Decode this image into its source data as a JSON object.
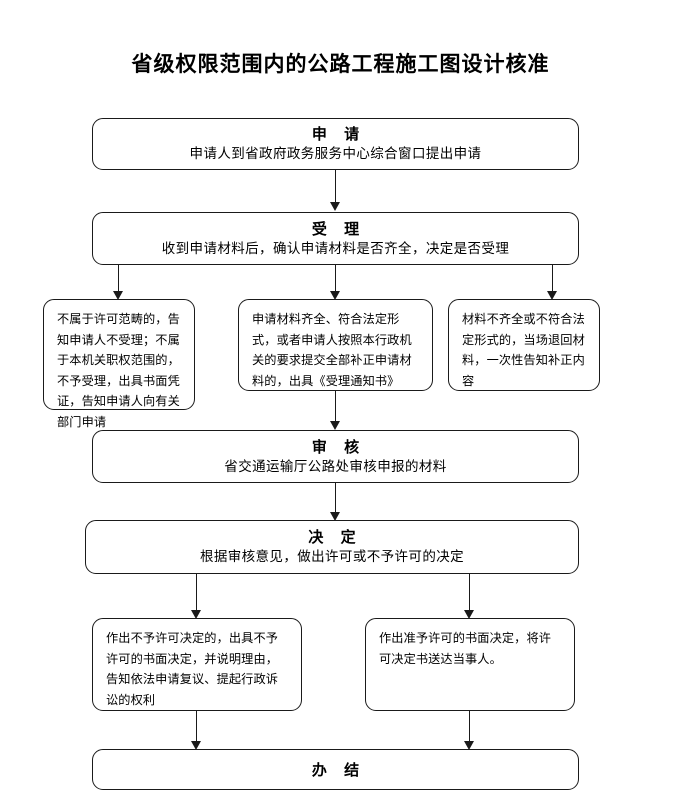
{
  "title": "省级权限范围内的公路工程施工图设计核准",
  "nodes": {
    "apply": {
      "head": "申  请",
      "sub": "申请人到省政府政务服务中心综合窗口提出申请"
    },
    "accept": {
      "head": "受  理",
      "sub": "收到申请材料后，确认申请材料是否齐全，决定是否受理"
    },
    "branch_left": {
      "body": "不属于许可范畴的，告知申请人不受理；不属于本机关职权范围的，不予受理，出具书面凭证，告知申请人向有关部门申请"
    },
    "branch_middle": {
      "body": "申请材料齐全、符合法定形式，或者申请人按照本行政机关的要求提交全部补正申请材料的，出具《受理通知书》"
    },
    "branch_right": {
      "body": "材料不齐全或不符合法定形式的，当场退回材料，一次性告知补正内容"
    },
    "review": {
      "head": "审  核",
      "sub": "省交通运输厅公路处审核申报的材料"
    },
    "decide": {
      "head": "决  定",
      "sub": "根据审核意见，做出许可或不予许可的决定"
    },
    "result_deny": {
      "body": "作出不予许可决定的，出具不予许可的书面决定，并说明理由，告知依法申请复议、提起行政诉讼的权利"
    },
    "result_grant": {
      "body": "作出准予许可的书面决定，将许可决定书送达当事人。"
    },
    "finish": {
      "head": "办  结"
    }
  },
  "colors": {
    "border": "#1a1a1a",
    "text": "#000000",
    "background": "#ffffff"
  }
}
